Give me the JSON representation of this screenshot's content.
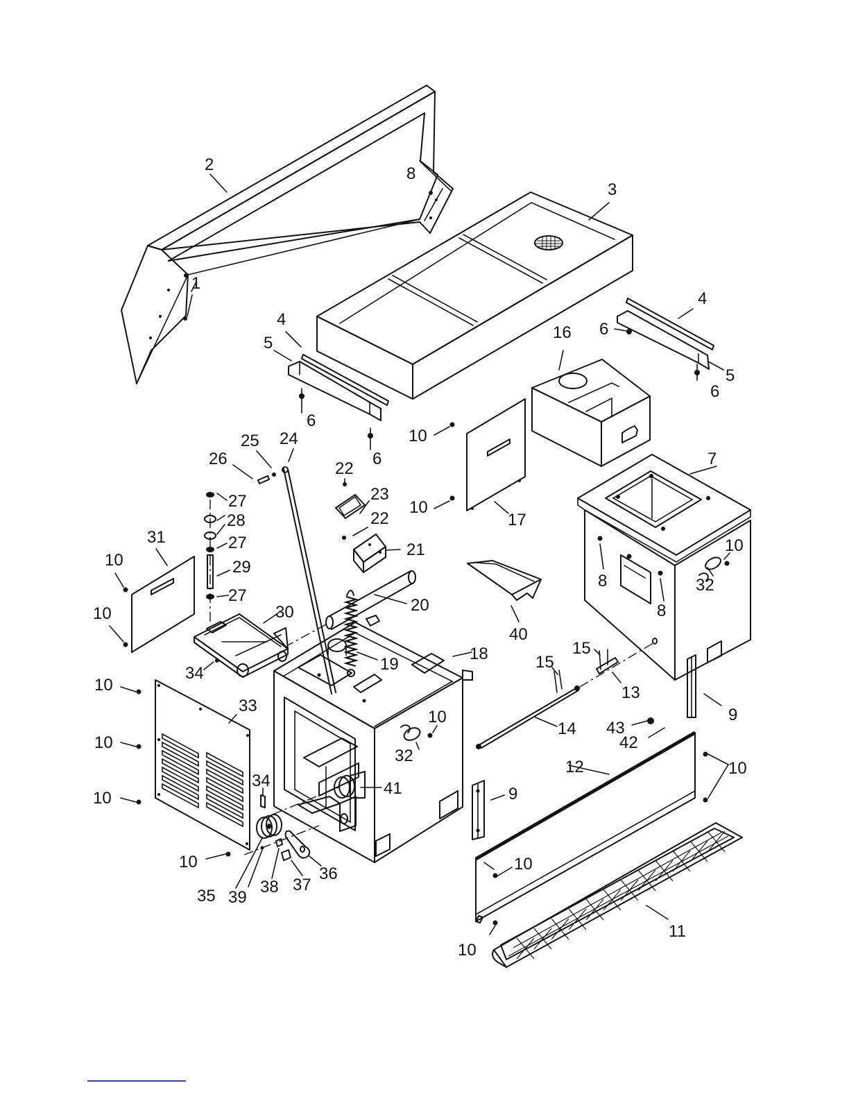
{
  "labels": [
    "1",
    "2",
    "3",
    "4",
    "5",
    "6",
    "7",
    "8",
    "9",
    "10",
    "11",
    "12",
    "13",
    "14",
    "15",
    "16",
    "17",
    "18",
    "19",
    "20",
    "21",
    "22",
    "23",
    "24",
    "25",
    "26",
    "27",
    "28",
    "29",
    "30",
    "31",
    "32",
    "33",
    "34",
    "35",
    "36",
    "37",
    "38",
    "39",
    "40",
    "41",
    "42",
    "43"
  ],
  "colors": {
    "ink": "#111111",
    "footer_rule": "#3a3aa8",
    "background": "#ffffff"
  }
}
